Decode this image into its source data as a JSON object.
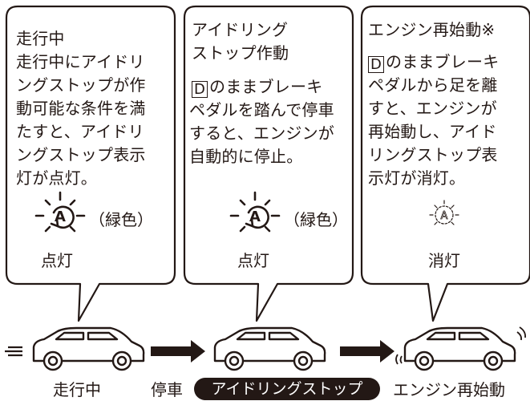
{
  "panels": [
    {
      "title": "走行中",
      "body": [
        "走行中にアイドリ",
        "ングストップが作",
        "動可能な条件を満",
        "たすと、アイドリ",
        "ングストップ表示",
        "灯が点灯。"
      ],
      "indicator_icon": "idle-stop-indicator-lit-icon",
      "indicator_color_note": "（緑色）",
      "indicator_state": "点灯"
    },
    {
      "title_lines": [
        "アイドリング",
        "ストップ作動"
      ],
      "key_label": "D",
      "body_first": "のままブレーキ",
      "body": [
        "ペダルを踏んで停車",
        "すると、エンジンが",
        "自動的に停止。"
      ],
      "indicator_icon": "idle-stop-indicator-lit-icon",
      "indicator_color_note": "（緑色）",
      "indicator_state": "点灯"
    },
    {
      "title": "エンジン再始動※",
      "key_label": "D",
      "body_first": "のままブレーキ",
      "body": [
        "ペダルから足を離",
        "すと、エンジンが",
        "再始動し、アイド",
        "リングストップ表",
        "示灯が消灯。"
      ],
      "indicator_icon": "idle-stop-indicator-off-icon",
      "indicator_state": "消灯"
    }
  ],
  "sequence": {
    "stage1_label": "走行中",
    "stop_label": "停車",
    "stage2_label": "アイドリングストップ",
    "stage3_label": "エンジン再始動"
  },
  "colors": {
    "ink": "#231815",
    "background": "#ffffff",
    "pill_text": "#ffffff"
  }
}
